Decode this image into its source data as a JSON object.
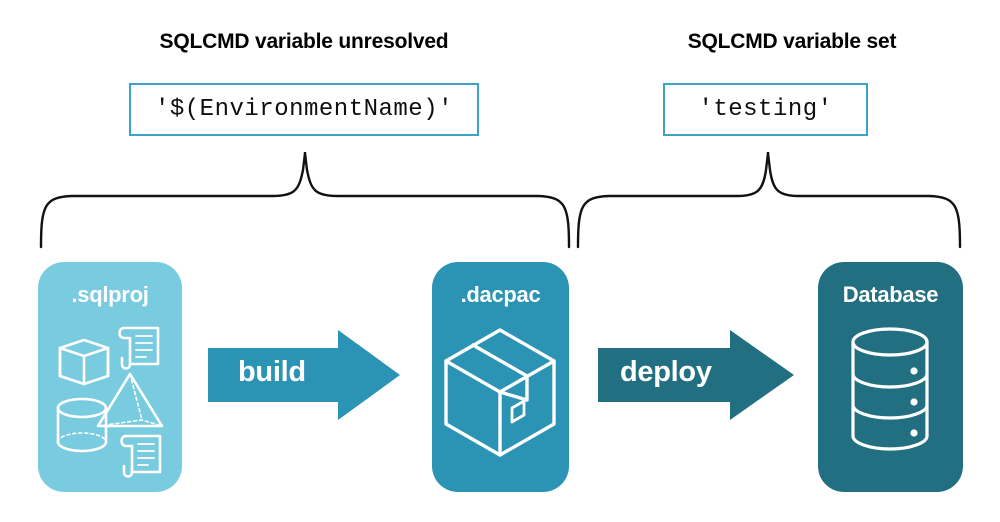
{
  "diagram": {
    "title_left": "SQLCMD variable unresolved",
    "title_right": "SQLCMD variable set",
    "value_left": "'$(EnvironmentName)'",
    "value_right": "'testing'",
    "colors": {
      "box_border": "#3BA4C4",
      "sqlproj_fill": "#79CBE0",
      "dacpac_fill": "#2B93B4",
      "database_fill": "#226F82",
      "build_arrow": "#2B93B4",
      "deploy_arrow": "#226F82",
      "brace_stroke": "#111111",
      "heading_text": "#000000",
      "card_text": "#FFFFFF"
    },
    "stages": [
      {
        "id": "sqlproj",
        "label": ".sqlproj",
        "icons": [
          "cube-icon",
          "scroll-icon",
          "pyramid-icon",
          "cylinder-icon",
          "scroll-icon"
        ]
      },
      {
        "id": "dacpac",
        "label": ".dacpac",
        "icons": [
          "package-box-icon"
        ]
      },
      {
        "id": "database",
        "label": "Database",
        "icons": [
          "database-cylinder-icon"
        ]
      }
    ],
    "arrows": [
      {
        "id": "build",
        "label": "build",
        "direction": "right"
      },
      {
        "id": "deploy",
        "label": "deploy",
        "direction": "right"
      }
    ],
    "braces": [
      {
        "id": "brace-left",
        "spans": [
          "sqlproj",
          "dacpac"
        ],
        "points_to": "value_left"
      },
      {
        "id": "brace-right",
        "spans": [
          "dacpac",
          "database"
        ],
        "points_to": "value_right"
      }
    ]
  }
}
